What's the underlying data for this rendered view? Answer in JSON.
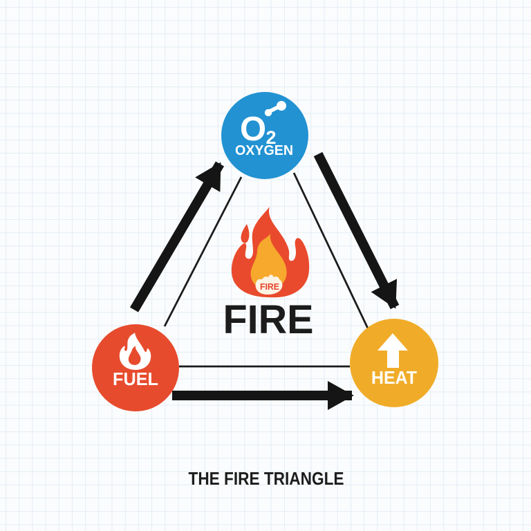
{
  "diagram": {
    "caption": "THE FIRE TRIANGLE",
    "center_label": "FIRE",
    "flame_badge_label": "FIRE"
  },
  "nodes": {
    "oxygen": {
      "symbol": "O",
      "subscript": "2",
      "label": "OXYGEN",
      "icon": "molecule-icon",
      "color": "#2292d2",
      "text_color": "#ffffff"
    },
    "fuel": {
      "label": "FUEL",
      "icon": "flame-icon",
      "color": "#e74b2d",
      "text_color": "#ffffff"
    },
    "heat": {
      "label": "HEAT",
      "icon": "arrow-up-icon",
      "color": "#f0ac29",
      "text_color": "#ffffff"
    }
  },
  "center_flame": {
    "icon": "fire-flame-icon",
    "outer_color": "#e94a2d",
    "inner_color": "#f6a92c",
    "badge_bg": "#fdf3e4",
    "badge_text_color": "#e8432b"
  },
  "relationships": [
    {
      "from": "FUEL",
      "to": "OXYGEN"
    },
    {
      "from": "OXYGEN",
      "to": "HEAT"
    },
    {
      "from": "FUEL",
      "to": "HEAT"
    }
  ],
  "colors": {
    "arrow": "#151515",
    "edge_line": "#1c1c1c",
    "label_text": "#1c1c1c",
    "icon_white": "#ffffff",
    "background": "#fbfcfd",
    "grid_line": "#e3edf6"
  }
}
